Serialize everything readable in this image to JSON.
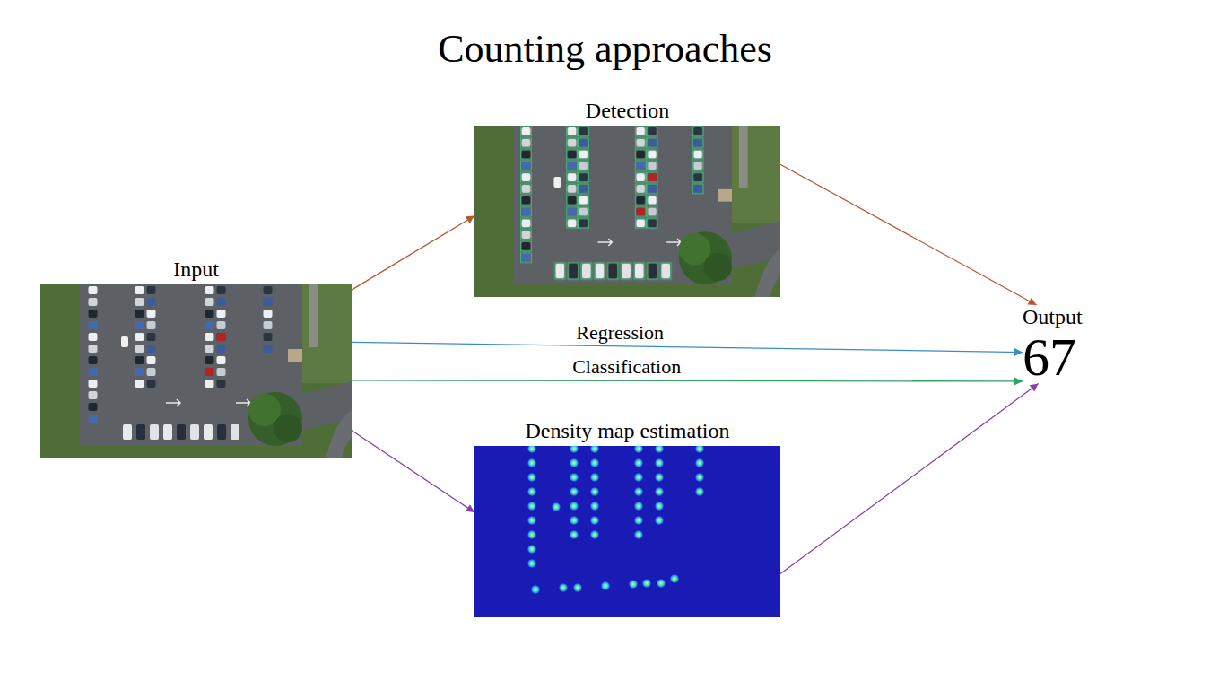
{
  "diagram": {
    "title": "Counting approaches",
    "nodes": [
      {
        "text": [
          "Input"
        ]
      },
      {
        "text": [
          "Detection"
        ]
      },
      {
        "text": [
          "Density map estimation"
        ]
      },
      {
        "text": [
          "Output",
          "67"
        ]
      }
    ],
    "edges": [
      {
        "from": 0,
        "to": 1,
        "arrow": "to"
      },
      {
        "from": 0,
        "to": 3,
        "label": "Regression",
        "arrow": "to"
      },
      {
        "from": 0,
        "to": 3,
        "label": "Classification",
        "arrow": "to"
      },
      {
        "from": 0,
        "to": 2,
        "arrow": "to"
      },
      {
        "from": 1,
        "to": 3,
        "arrow": "to"
      },
      {
        "from": 2,
        "to": 3,
        "arrow": "to"
      }
    ]
  }
}
